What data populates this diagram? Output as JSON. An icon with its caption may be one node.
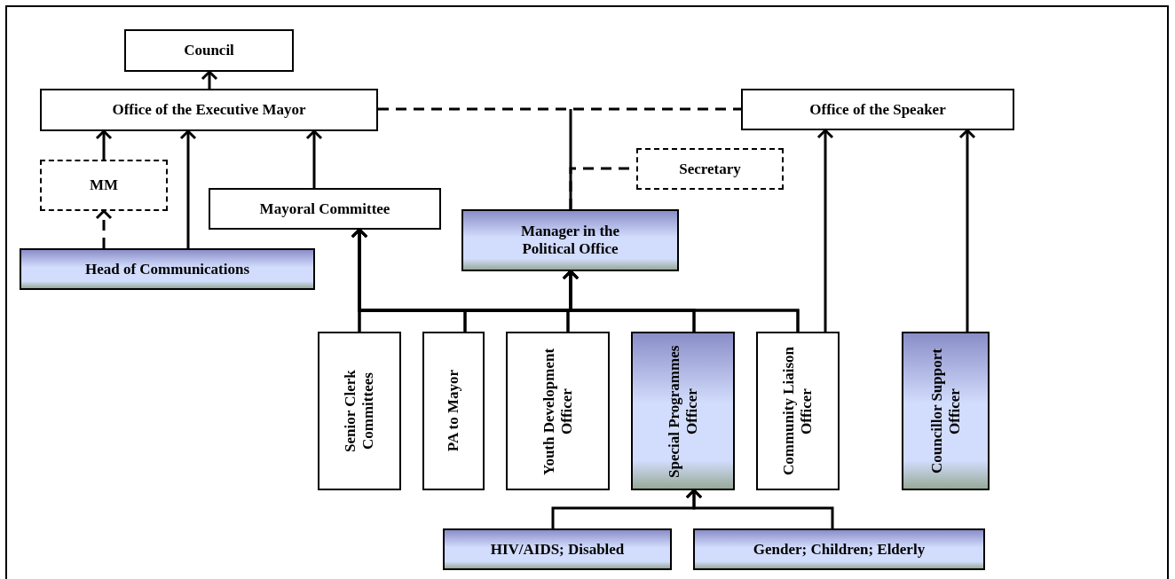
{
  "diagram": {
    "nodes": [
      {
        "text": [
          "Council"
        ]
      },
      {
        "text": [
          "Office of the Executive Mayor"
        ]
      },
      {
        "text": [
          "Office of the Speaker"
        ]
      },
      {
        "text": [
          "Secretary"
        ]
      },
      {
        "text": [
          "MM"
        ]
      },
      {
        "text": [
          "Mayoral Committee"
        ]
      },
      {
        "text": [
          "Manager in the Political Office"
        ]
      },
      {
        "text": [
          "Head of Communications"
        ]
      },
      {
        "text": [
          "Senior Clerk Committees"
        ]
      },
      {
        "text": [
          "PA to Mayor"
        ]
      },
      {
        "text": [
          "Youth Development Officer"
        ]
      },
      {
        "text": [
          "Special Programmes Officer"
        ]
      },
      {
        "text": [
          "Community Liaison Officer"
        ]
      },
      {
        "text": [
          "Councillor Support Officer"
        ]
      },
      {
        "text": [
          "HIV/AIDS; Disabled"
        ]
      },
      {
        "text": [
          "Gender; Children; Elderly"
        ]
      }
    ],
    "edges": [
      {
        "from": 1,
        "to": 0,
        "arrow": "to"
      },
      {
        "from": 1,
        "to": 2,
        "arrow": "none",
        "style": "dashed"
      },
      {
        "from": 6,
        "to": null,
        "arrow": "none"
      },
      {
        "from": 6,
        "to": 3,
        "arrow": "none",
        "style": "dashed"
      },
      {
        "from": 4,
        "to": 1,
        "arrow": "to"
      },
      {
        "from": 7,
        "to": 4,
        "arrow": "to",
        "style": "dashed"
      },
      {
        "from": 7,
        "to": 1,
        "arrow": "to"
      },
      {
        "from": 5,
        "to": 1,
        "arrow": "to"
      },
      {
        "from": 8,
        "to": 5,
        "arrow": "to"
      },
      {
        "from": 9,
        "to": 5,
        "arrow": "to"
      },
      {
        "from": 10,
        "to": 5,
        "arrow": "to"
      },
      {
        "from": 11,
        "to": 5,
        "arrow": "to"
      },
      {
        "from": 12,
        "to": 5,
        "arrow": "to"
      },
      {
        "from": 8,
        "to": 6,
        "arrow": "to"
      },
      {
        "from": 9,
        "to": 6,
        "arrow": "to"
      },
      {
        "from": 10,
        "to": 6,
        "arrow": "to"
      },
      {
        "from": 11,
        "to": 6,
        "arrow": "to"
      },
      {
        "from": 12,
        "to": 6,
        "arrow": "to"
      },
      {
        "from": 12,
        "to": 2,
        "arrow": "to"
      },
      {
        "from": 13,
        "to": 2,
        "arrow": "to"
      },
      {
        "from": 14,
        "to": 11,
        "arrow": "to"
      },
      {
        "from": 15,
        "to": 11,
        "arrow": "to"
      }
    ]
  }
}
